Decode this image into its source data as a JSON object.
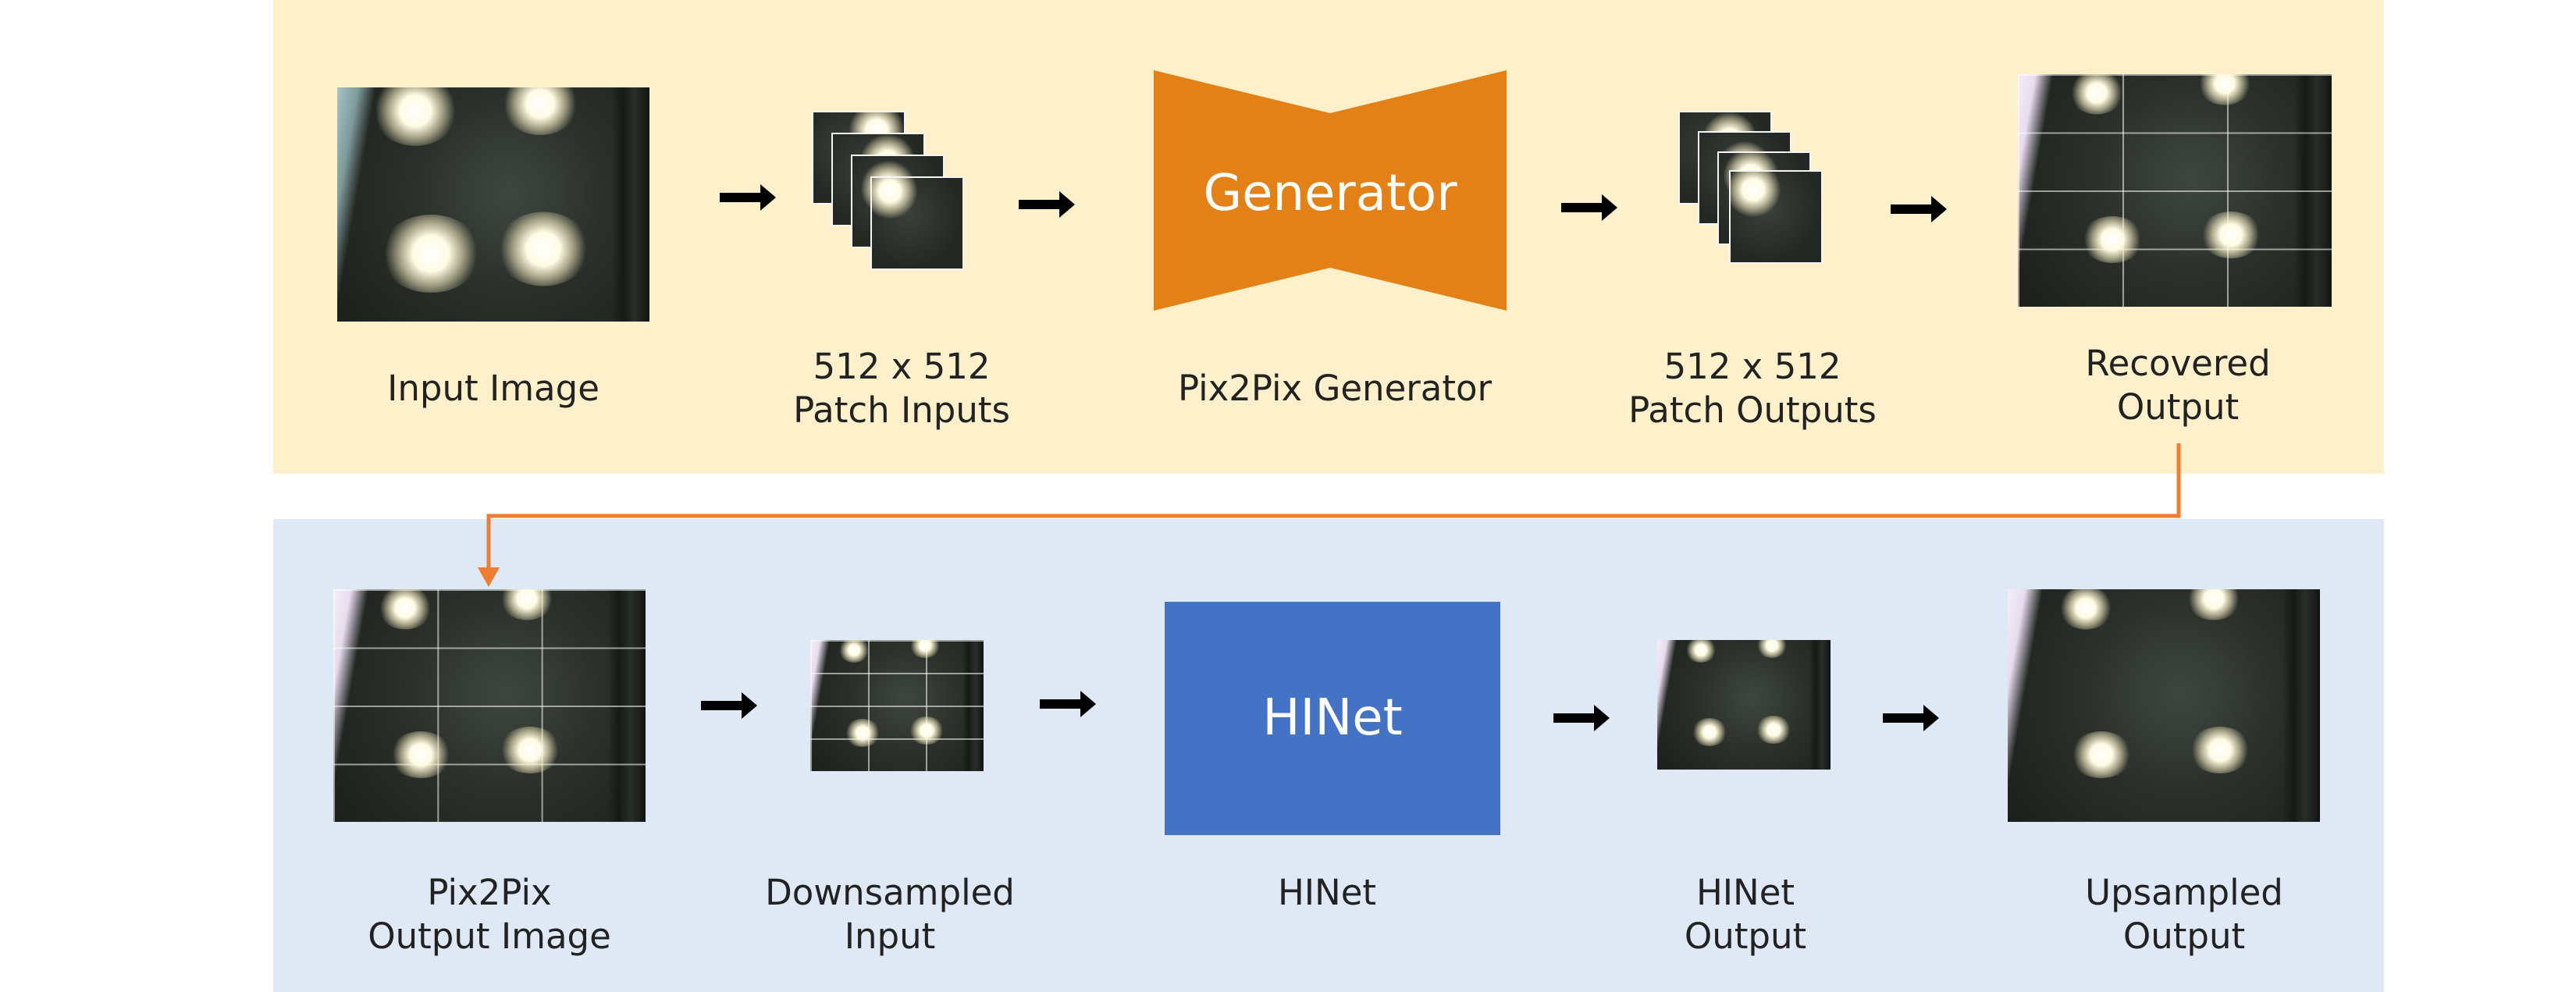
{
  "colors": {
    "top_panel": "#fdf0cb",
    "bottom_panel": "#dfe9f5",
    "generator": "#e38016",
    "hinet": "#4472c4",
    "connector": "#ed7d31",
    "arrow": "#000000"
  },
  "pipeline_top": {
    "input_image": [
      "Input Image"
    ],
    "patch_inputs": [
      "512 x 512",
      "Patch Inputs"
    ],
    "generator_block": "Generator",
    "generator_caption": [
      "Pix2Pix Generator"
    ],
    "patch_outputs": [
      "512 x 512",
      "Patch Outputs"
    ],
    "recovered_output": [
      "Recovered",
      "Output"
    ]
  },
  "pipeline_bottom": {
    "pix2pix_output": [
      "Pix2Pix",
      "Output Image"
    ],
    "downsampled_input": [
      "Downsampled",
      "Input"
    ],
    "hinet_block": "HINet",
    "hinet_caption": [
      "HINet"
    ],
    "hinet_output": [
      "HINet",
      "Output"
    ],
    "upsampled_output": [
      "Upsampled",
      "Output"
    ]
  },
  "icons": [
    "right-arrow-icon",
    "down-arrow-icon"
  ]
}
